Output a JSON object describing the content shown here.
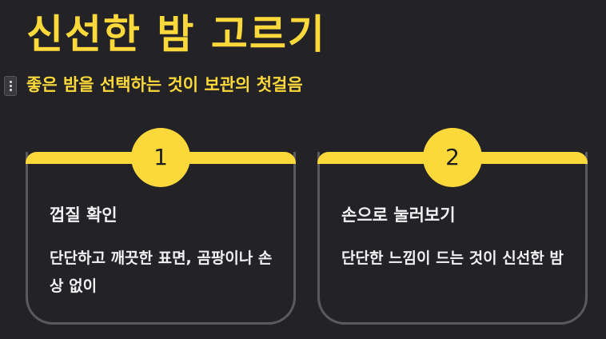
{
  "header": {
    "title": "신선한 밤 고르기",
    "subtitle": "좋은 밤을 선택하는 것이 보관의 첫걸음"
  },
  "cards": [
    {
      "number": "1",
      "title": "껍질 확인",
      "description": "단단하고 깨끗한 표면, 곰팡이나 손상 없이"
    },
    {
      "number": "2",
      "title": "손으로 눌러보기",
      "description": "단단한 느낌이 드는 것이 신선한 밤"
    }
  ],
  "colors": {
    "background": "#232226",
    "accent": "#fcd93b",
    "card_border": "#5a595e",
    "text": "#f2f2f2"
  },
  "icons": {
    "drag_handle": "drag-handle-icon"
  }
}
